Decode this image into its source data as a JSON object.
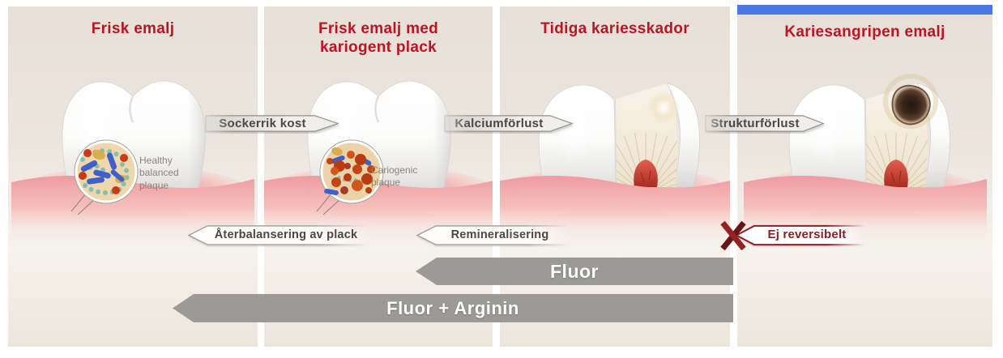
{
  "colors": {
    "title_red": "#bf1322",
    "irreversible_dark_red": "#8e1c24",
    "blue_accent_bar": "#4a79e3",
    "treatment_bar_gray": "#9b9a97",
    "panel_beige": "#e7e0d8"
  },
  "panels": [
    {
      "title_lines": [
        "Frisk emalj"
      ],
      "inset_caption_lines": [
        "Healthy",
        "balanced",
        "plaque"
      ]
    },
    {
      "title_lines": [
        "Frisk emalj med",
        "kariogent plack"
      ],
      "inset_caption_lines": [
        "Cariogenic",
        "plaque"
      ]
    },
    {
      "title_lines": [
        "Tidiga kariesskador"
      ]
    },
    {
      "title_lines": [
        "Kariesangripen emalj"
      ]
    }
  ],
  "process_arrows": [
    {
      "label": "Sockerrik kost"
    },
    {
      "label": "Kalciumförlust"
    },
    {
      "label": "Strukturförlust"
    }
  ],
  "reverse_arrows": [
    {
      "label": "Återbalansering av plack"
    },
    {
      "label": "Remineralisering"
    }
  ],
  "irreversible": {
    "label": "Ej reversibelt"
  },
  "treatment_bars": [
    {
      "label": "Fluor"
    },
    {
      "label": "Fluor + Arginin"
    }
  ]
}
